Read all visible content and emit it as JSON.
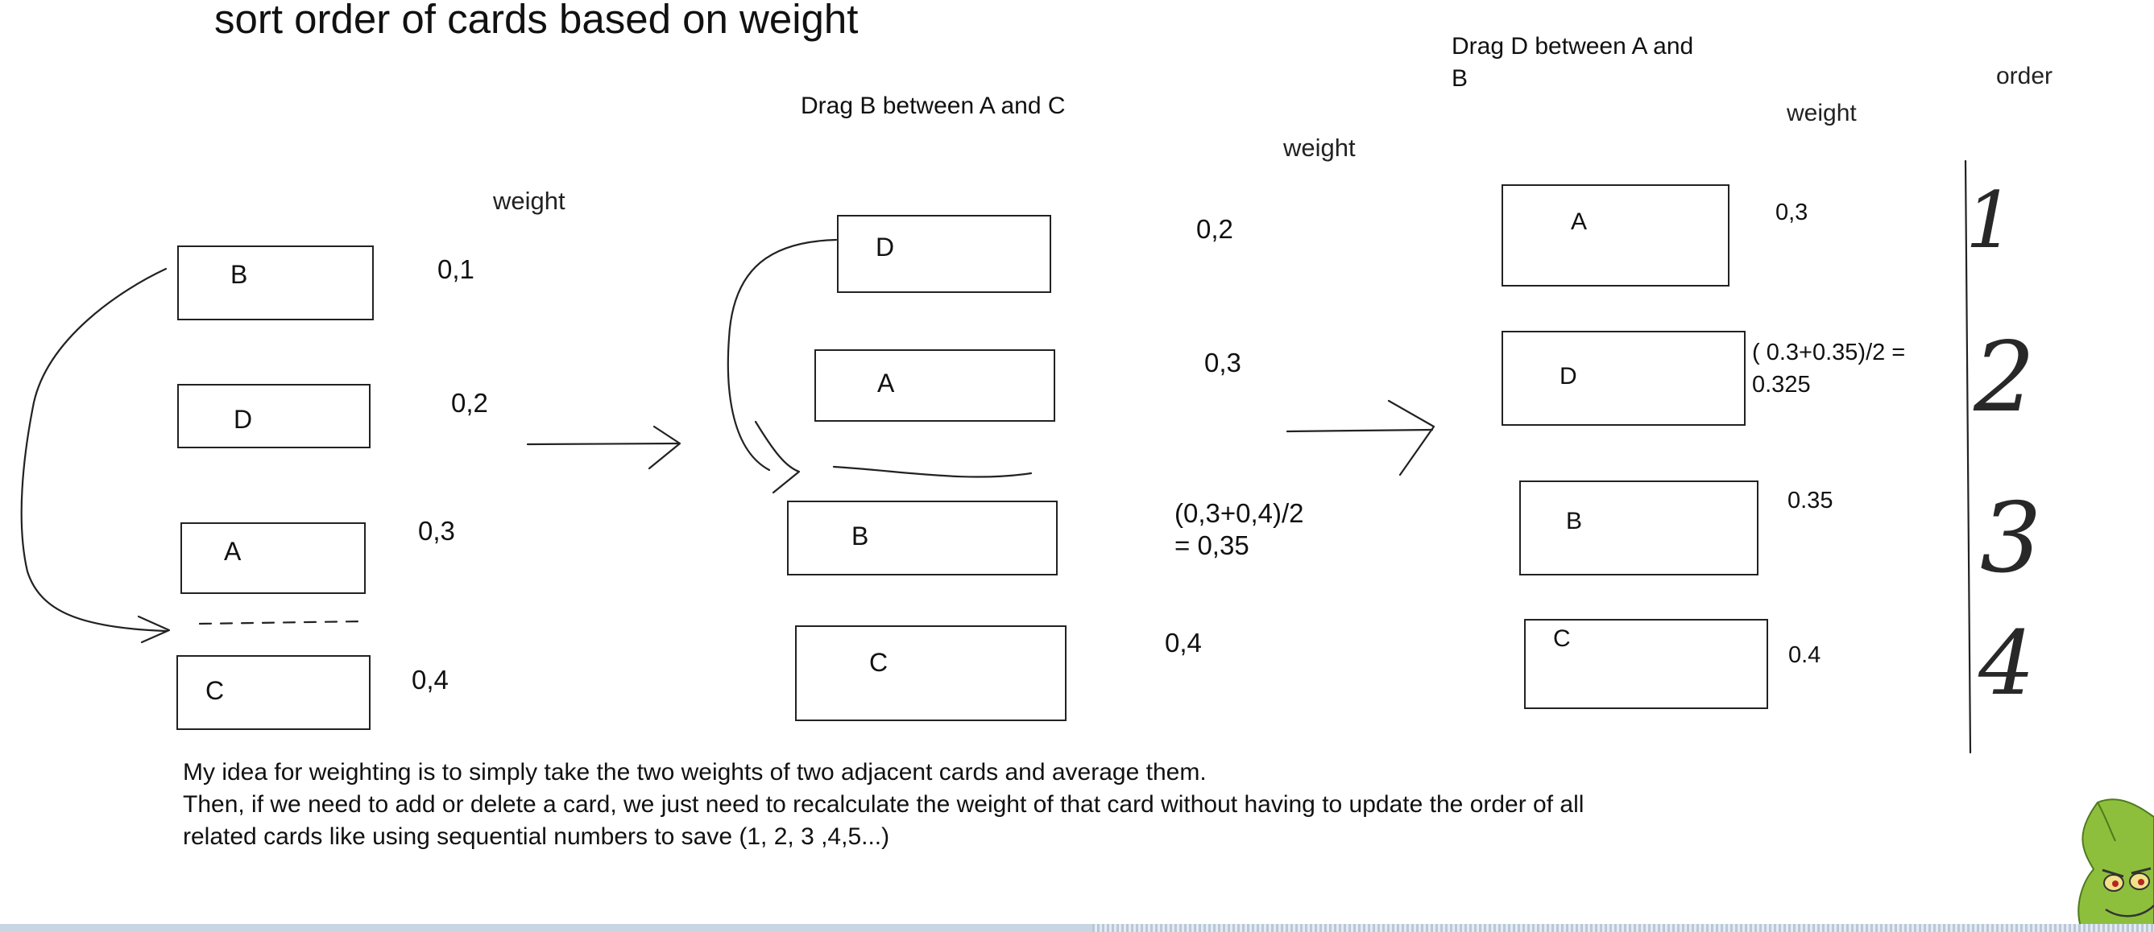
{
  "title": "sort order of cards based on weight",
  "panel1": {
    "header": "weight",
    "cards": [
      {
        "label": "B",
        "weight": "0,1"
      },
      {
        "label": "D",
        "weight": "0,2"
      },
      {
        "label": "A",
        "weight": "0,3"
      },
      {
        "label": "C",
        "weight": "0,4"
      }
    ]
  },
  "panel2": {
    "caption": "Drag B between A and C",
    "header": "weight",
    "cards": [
      {
        "label": "D",
        "weight": "0,2"
      },
      {
        "label": "A",
        "weight": "0,3"
      },
      {
        "label": "B",
        "weight_line1": "(0,3+0,4)/2",
        "weight_line2": "= 0,35"
      },
      {
        "label": "C",
        "weight": "0,4"
      }
    ]
  },
  "panel3": {
    "caption_line1": "Drag D between A and",
    "caption_line2": "B",
    "header": "weight",
    "order_header": "order",
    "cards": [
      {
        "label": "A",
        "weight": "0,3"
      },
      {
        "label": "D",
        "weight_line1": "( 0.3+0.35)/2 =",
        "weight_line2": "0.325"
      },
      {
        "label": "B",
        "weight": "0.35"
      },
      {
        "label": "C",
        "weight": "0.4"
      }
    ],
    "order": [
      "1",
      "2",
      "3",
      "4"
    ]
  },
  "note": {
    "line1": "My idea for weighting is to simply take the two weights of two adjacent cards and average them.",
    "line2": "Then, if we need to add or delete a card, we just need to recalculate the weight of that card without having to update the order of all",
    "line3": "related cards like using sequential numbers to save (1, 2, 3 ,4,5...)"
  },
  "icons": [
    "grinch-mascot-icon"
  ]
}
